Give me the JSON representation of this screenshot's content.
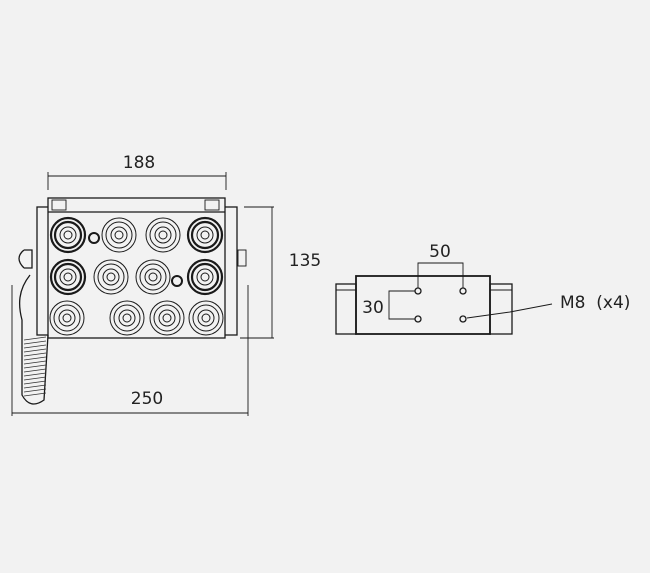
{
  "front_view": {
    "width_top_label": "188",
    "height_label": "135",
    "width_overall_label": "250"
  },
  "side_view": {
    "hole_spacing_horizontal_label": "50",
    "hole_spacing_vertical_label": "30",
    "thread_callout_label": "M8  (x4)"
  }
}
